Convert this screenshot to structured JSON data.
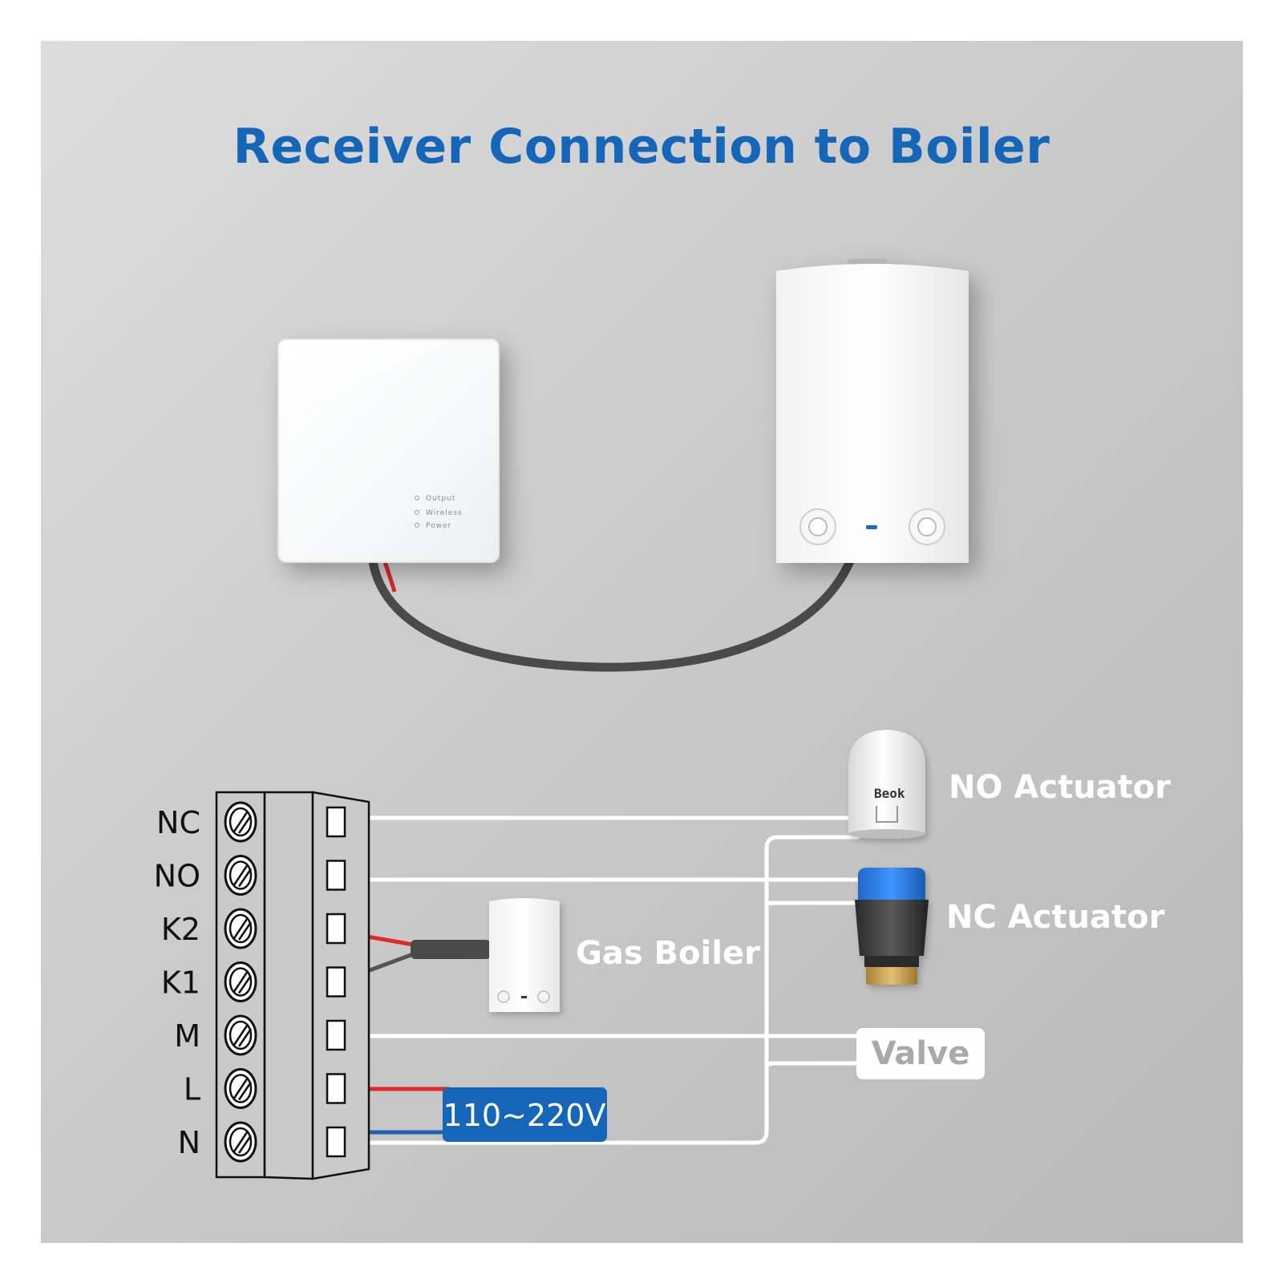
{
  "title": "Receiver Connection to Boiler",
  "receiver": {
    "leds": [
      "Output",
      "Wireless",
      "Power"
    ]
  },
  "terminals": [
    "NC",
    "NO",
    "K2",
    "K1",
    "M",
    "L",
    "N"
  ],
  "devices": {
    "no_actuator": "NO Actuator",
    "nc_actuator": "NC Actuator",
    "gas_boiler": "Gas Boiler",
    "valve": "Valve",
    "power": "110~220V",
    "actuator_brand": "Beok"
  },
  "colors": {
    "title": "#1565b8",
    "live_wire": "#e02a2a",
    "neutral_wire": "#1f5fb0",
    "signal_wire": "#ffffff",
    "power_badge": "#1565b8",
    "cable": "#4a4a4a"
  }
}
